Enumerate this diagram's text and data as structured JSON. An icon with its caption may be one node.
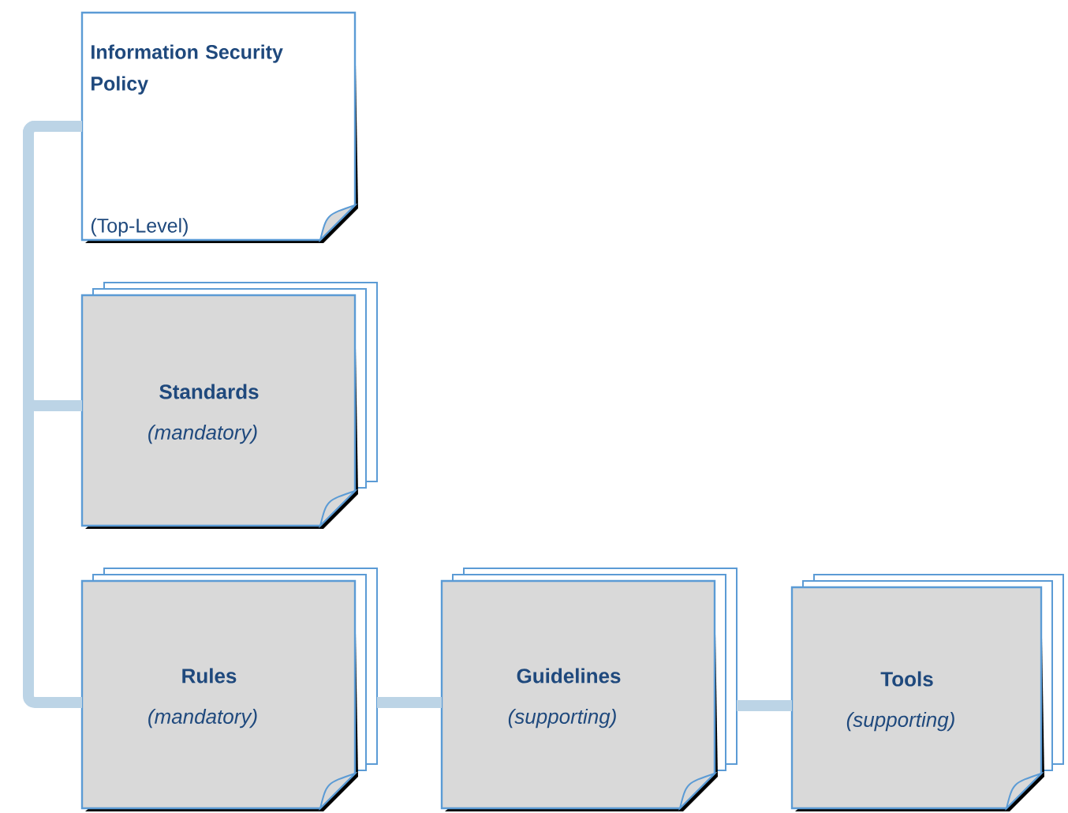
{
  "diagram": {
    "nodes": [
      {
        "text": [
          "Information Security Policy",
          "(Top-Level)"
        ]
      },
      {
        "text": [
          "Standards",
          "(mandatory)"
        ]
      },
      {
        "text": [
          "Rules",
          "(mandatory)"
        ]
      },
      {
        "text": [
          "Guidelines",
          "(supporting)"
        ]
      },
      {
        "text": [
          "Tools",
          "(supporting)"
        ]
      }
    ],
    "edges": [
      {
        "from": 0,
        "to": 1,
        "arrow": "none"
      },
      {
        "from": 0,
        "to": 2,
        "arrow": "none"
      },
      {
        "from": 2,
        "to": 3,
        "arrow": "none"
      },
      {
        "from": 3,
        "to": 4,
        "arrow": "none"
      }
    ]
  }
}
